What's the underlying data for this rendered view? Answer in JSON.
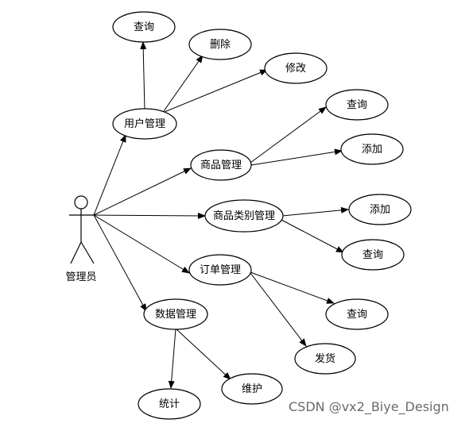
{
  "actor": {
    "label": "管理员"
  },
  "use_cases": {
    "user_mgmt": "用户管理",
    "user_query": "查询",
    "user_delete": "删除",
    "user_modify": "修改",
    "goods_mgmt": "商品管理",
    "goods_query": "查询",
    "goods_add": "添加",
    "category_mgmt": "商品类别管理",
    "category_add": "添加",
    "category_query": "查询",
    "order_mgmt": "订单管理",
    "order_query": "查询",
    "order_ship": "发货",
    "data_mgmt": "数据管理",
    "data_stats": "统计",
    "data_maintain": "维护"
  },
  "watermark": "CSDN @vx2_Biye_Design"
}
